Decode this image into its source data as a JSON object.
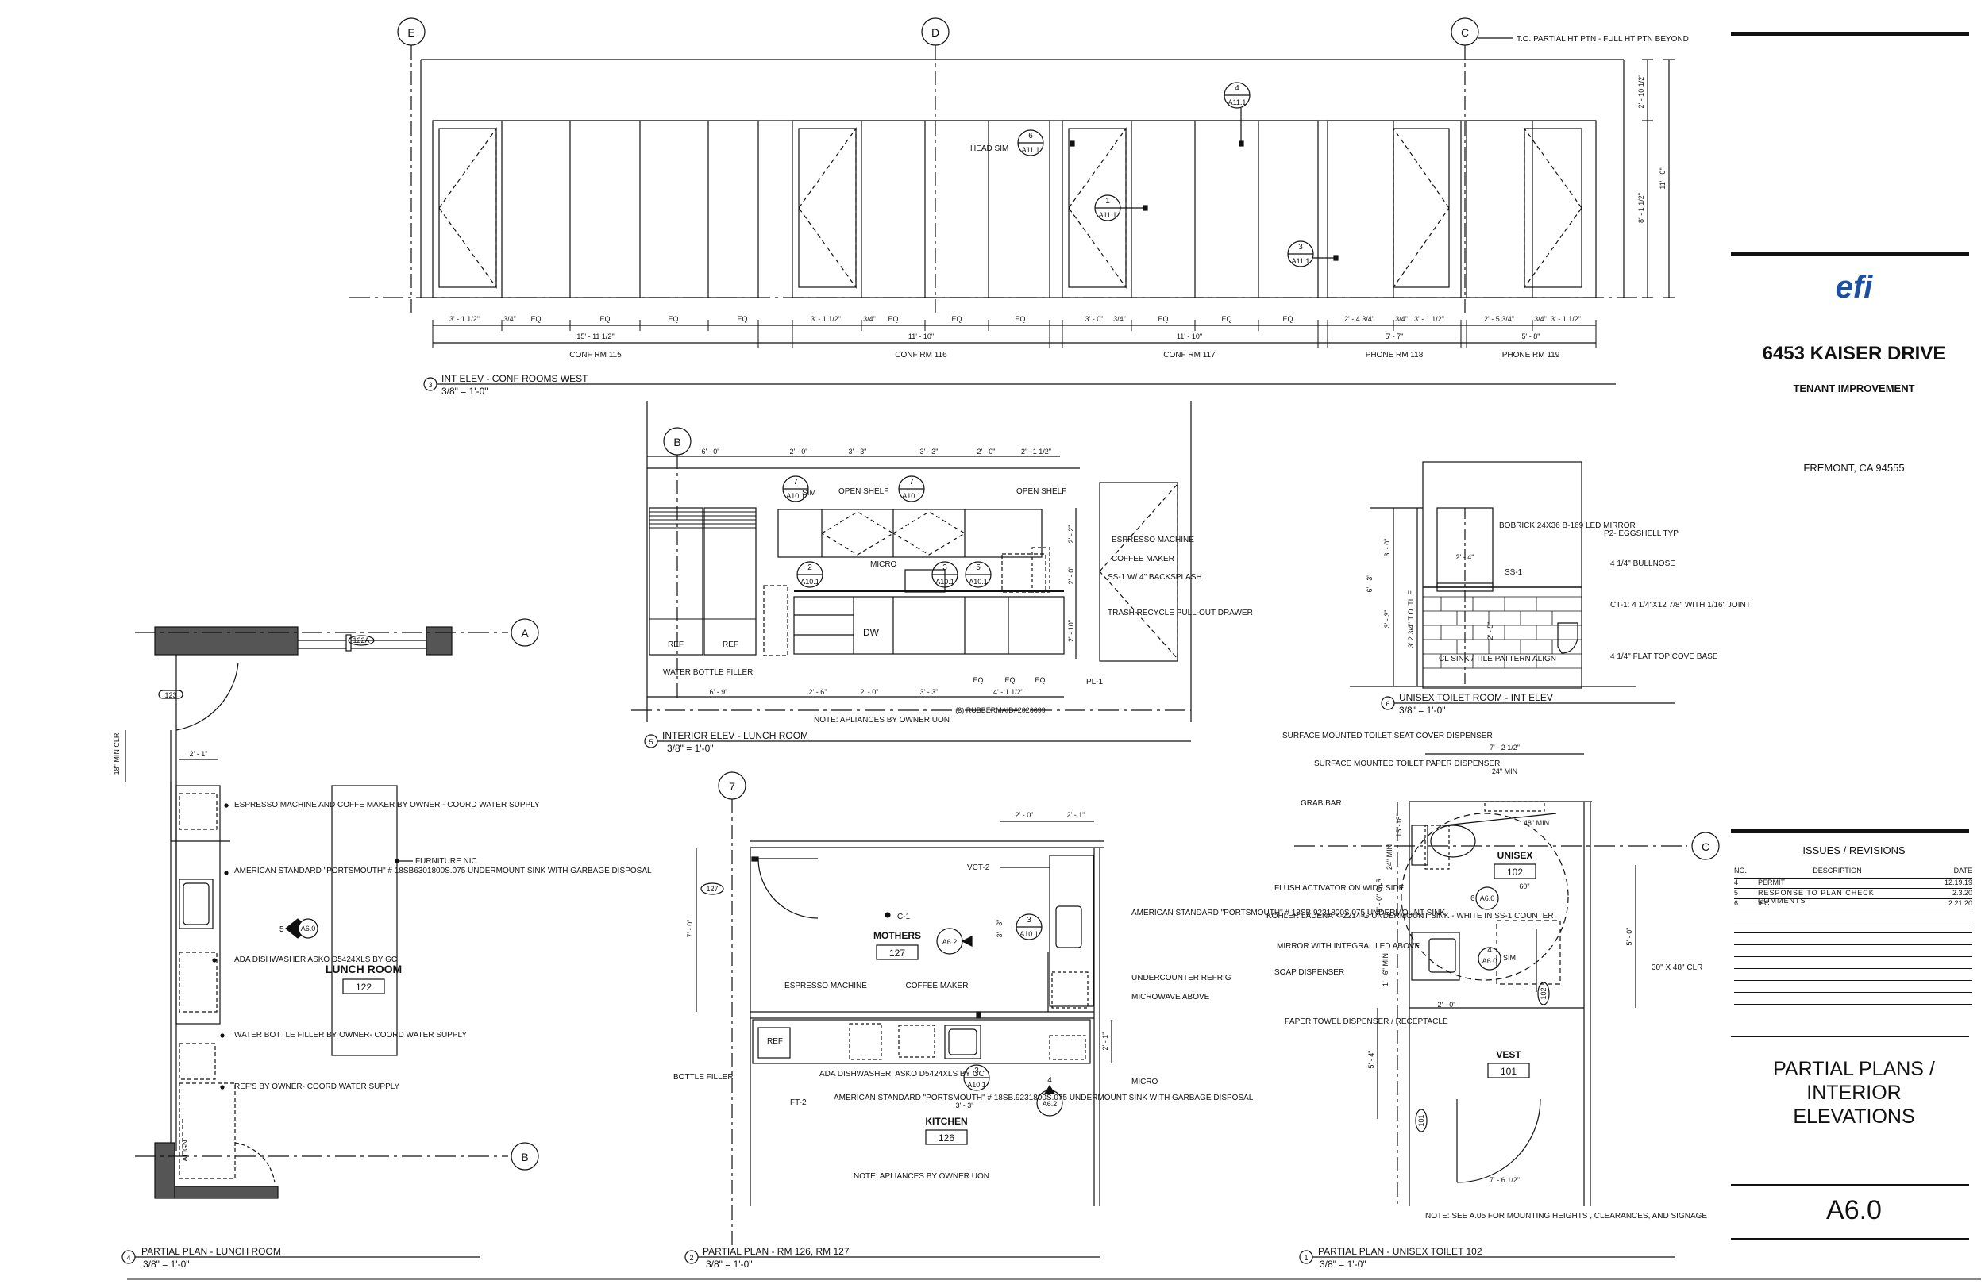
{
  "sheet": {
    "number": "A6.0",
    "title_lines": [
      "PARTIAL PLANS /",
      "INTERIOR",
      "ELEVATIONS"
    ]
  },
  "project": {
    "logo": "efi",
    "name": "6453 KAISER DRIVE",
    "subtitle": "TENANT IMPROVEMENT",
    "location": "FREMONT, CA  94555"
  },
  "revisions": {
    "title": "ISSUES / REVISIONS",
    "headers": [
      "NO.",
      "DESCRIPTION",
      "DATE"
    ],
    "rows": [
      {
        "no": "4",
        "desc": "PERMIT",
        "date": "12.19.19"
      },
      {
        "no": "5",
        "desc": "RESPONSE TO PLAN CHECK COMMENTS",
        "date": "2.3.20"
      },
      {
        "no": "6",
        "desc": "IFC",
        "date": "2.21.20"
      }
    ]
  },
  "views": {
    "v3": {
      "num": "3",
      "title": "INT ELEV - CONF ROOMS WEST",
      "scale": "3/8\" = 1'-0\""
    },
    "v5": {
      "num": "5",
      "title": "INTERIOR ELEV - LUNCH ROOM",
      "scale": "3/8\" = 1'-0\""
    },
    "v6": {
      "num": "6",
      "title": "UNISEX TOILET ROOM - INT ELEV",
      "scale": "3/8\" = 1'-0\""
    },
    "v4": {
      "num": "4",
      "title": "PARTIAL PLAN - LUNCH ROOM",
      "scale": "3/8\" = 1'-0\""
    },
    "v2": {
      "num": "2",
      "title": "PARTIAL PLAN - RM 126, RM 127",
      "scale": "3/8\" = 1'-0\""
    },
    "v1": {
      "num": "1",
      "title": "PARTIAL PLAN - UNISEX TOILET 102",
      "scale": "3/8\" = 1'-0\""
    }
  },
  "grid": {
    "E": "E",
    "D": "D",
    "C": "C",
    "B": "B",
    "A": "A",
    "seven": "7"
  },
  "conf": {
    "rooms": [
      "CONF RM 115",
      "CONF RM 116",
      "CONF RM 117",
      "PHONE RM 118",
      "PHONE RM 119"
    ],
    "top_note": "T.O. PARTIAL HT PTN - FULL HT PTN BEYOND",
    "head_sim": "HEAD SIM",
    "dims_top": [
      "2' - 10 1/2\"",
      "11' - 0\"",
      "8' - 1 1/2\""
    ],
    "dims_bottom": [
      "3' - 1 1/2\"",
      "3/4\"",
      "EQ",
      "15' - 11 1/2\"",
      "11' - 10\"",
      "3' - 0\"",
      "2' - 4 3/4\"",
      "5' - 7\"",
      "2' - 5 3/4\"",
      "5' - 8\""
    ],
    "tags": [
      {
        "n": "4",
        "s": "A11.1"
      },
      {
        "n": "6",
        "s": "A11.1"
      },
      {
        "n": "1",
        "s": "A11.1"
      },
      {
        "n": "3",
        "s": "A11.1"
      }
    ]
  },
  "lunch_elev": {
    "labels": [
      "REF",
      "REF",
      "DW",
      "MICRO",
      "OPEN SHELF",
      "OPEN SHELF",
      "ESPRESSO MACHINE",
      "COFFEE MAKER",
      "SS-1 W/ 4\" BACKSPLASH",
      "TRASH RECYCLE PULL-OUT DRAWER",
      "WATER BOTTLE FILLER",
      "PL-1",
      "SIM",
      "(3) RUBBERMAID#2026699",
      "EQ"
    ],
    "dims": [
      "6' - 0\"",
      "2' - 0\"",
      "3' - 3\"",
      "3' - 3\"",
      "2' - 0\"",
      "2' - 1 1/2\"",
      "6' - 9\"",
      "2' - 6\"",
      "2' - 0\"",
      "3' - 3\"",
      "4' - 1 1/2\"",
      "2' - 2\"",
      "2' - 0\"",
      "2' - 10\""
    ],
    "note": "NOTE: APLIANCES BY OWNER UON",
    "tags": [
      {
        "n": "7",
        "s": "A10.1"
      },
      {
        "n": "7",
        "s": "A10.1"
      },
      {
        "n": "2",
        "s": "A10.1"
      },
      {
        "n": "3",
        "s": "A10.1"
      },
      {
        "n": "5",
        "s": "A10.1"
      }
    ]
  },
  "toilet_elev": {
    "labels": [
      "BOBRICK 24X36 B-169 LED MIRROR",
      "P2- EGGSHELL TYP",
      "4 1/4\" BULLNOSE",
      "SS-1",
      "CT-1: 4 1/4\"X12 7/8\" WITH 1/16\" JOINT",
      "CL SINK / TILE PATTERN ALIGN",
      "4 1/4\" FLAT TOP COVE BASE"
    ],
    "dims": [
      "3' - 0\"",
      "6' - 3\"",
      "3' - 3\"",
      "2' - 4\"",
      "3' 2 3/4\" T.O. TILE",
      "2' - 5\""
    ]
  },
  "lunch_plan": {
    "room": "LUNCH ROOM",
    "room_no": "122",
    "door": "123",
    "door2": "122A",
    "labels": [
      "ESPRESSO MACHINE AND COFFE MAKER BY OWNER - COORD WATER SUPPLY",
      "AMERICAN STANDARD \"PORTSMOUTH\" # 18SB6301800S.075 UNDERMOUNT SINK WITH GARBAGE DISPOSAL",
      "ADA DISHWASHER ASKO D5424XLS BY GC",
      "WATER BOTTLE FILLER BY OWNER- COORD WATER SUPPLY",
      "REF'S BY OWNER- COORD WATER SUPPLY",
      "FURNITURE NIC",
      "ALIGN"
    ],
    "dims": [
      "2' - 1\"",
      "18\" MIN CLR"
    ],
    "tag": {
      "n": "5",
      "s": "A6.0"
    }
  },
  "rm126": {
    "mothers": "MOTHERS",
    "mothers_no": "127",
    "kitchen": "KITCHEN",
    "kitchen_no": "126",
    "door": "127",
    "labels": [
      "VCT-2",
      "C-1",
      "AMERICAN STANDARD \"PORTSMOUTH\" # 18SB.9231800S.075 UNDERMOUNT SINK",
      "UNDERCOUNTER REFRIG",
      "MICROWAVE ABOVE",
      "ESPRESSO MACHINE",
      "COFFEE MAKER",
      "REF",
      "BOTTLE FILLER",
      "ADA DISHWASHER: ASKO D5424XLS BY GC",
      "AMERICAN STANDARD \"PORTSMOUTH\" # 18SB.9231800S.075 UNDERMOUNT SINK WITH GARBAGE DISPOSAL",
      "FT-2",
      "MICRO"
    ],
    "dims": [
      "2' - 0\"",
      "2' - 1\"",
      "7' - 0\"",
      "3' - 3\"",
      "2' - 1\"",
      "3' - 3\""
    ],
    "note": "NOTE: APLIANCES BY OWNER UON",
    "tags": [
      {
        "n": "3",
        "s": "A10.1"
      },
      {
        "n": "3",
        "s": "A10.1"
      },
      {
        "n": "",
        "s": "A6.2"
      },
      {
        "n": "4",
        "s": "A6.2"
      }
    ]
  },
  "toilet_plan": {
    "unisex": "UNISEX",
    "unisex_no": "102",
    "vest": "VEST",
    "vest_no": "101",
    "doors": [
      "102",
      "101"
    ],
    "labels": [
      "SURFACE MOUNTED TOILET SEAT COVER DISPENSER",
      "SURFACE MOUNTED TOILET PAPER DISPENSER",
      "GRAB BAR",
      "FLUSH ACTIVATOR ON WIDE SIDE",
      "KOHLER LADENA K-2214-G UNDERMOUNT SINK - WHITE IN SS-1 COUNTER",
      "MIRROR WITH INTEGRAL LED ABOVE",
      "SOAP DISPENSER",
      "PAPER TOWEL DISPENSER / RECEPTACLE",
      "30\" X 48\" CLR",
      "SIM"
    ],
    "dims": [
      "7' - 2 1/2\"",
      "24\" MIN",
      "48\" MIN",
      "15\"-18\"",
      "24\" MIN",
      "5' - 0\" CLR",
      "60\"",
      "1' - 6\" MIN",
      "2' - 0\"",
      "5' - 0\"",
      "5' - 4\"",
      "7' - 6 1/2\""
    ],
    "note": "NOTE: SEE A.05 FOR  MOUNTING HEIGHTS , CLEARANCES, AND SIGNAGE",
    "tags": [
      {
        "n": "6",
        "s": "A6.0"
      },
      {
        "n": "4",
        "s": "A6.0"
      }
    ]
  }
}
